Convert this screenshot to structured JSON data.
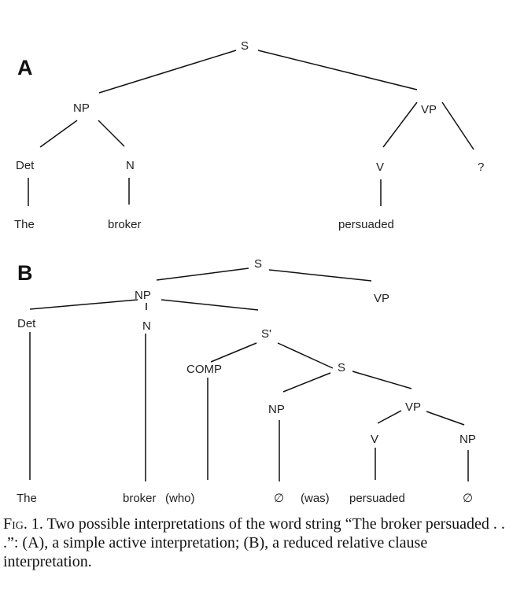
{
  "panels": {
    "a": {
      "label": "A",
      "nodes": {
        "s": "S",
        "np": "NP",
        "vp": "VP",
        "det": "Det",
        "n": "N",
        "v": "V",
        "q": "?",
        "the": "The",
        "broker": "broker",
        "persuaded": "persuaded"
      }
    },
    "b": {
      "label": "B",
      "nodes": {
        "s": "S",
        "np": "NP",
        "vp": "VP",
        "det": "Det",
        "n": "N",
        "sbar": "S'",
        "comp": "COMP",
        "s2": "S",
        "np2": "NP",
        "vp2": "VP",
        "v": "V",
        "np3": "NP",
        "the": "The",
        "broker": "broker",
        "who": "(who)",
        "null1": "∅",
        "was": "(was)",
        "persuaded": "persuaded",
        "null2": "∅"
      }
    }
  },
  "caption": {
    "label": "Fig. 1.",
    "text": " Two possible interpretations of the word string “The broker persuaded . . .”: (A), a simple active interpretation; (B), a reduced relative clause interpretation."
  }
}
